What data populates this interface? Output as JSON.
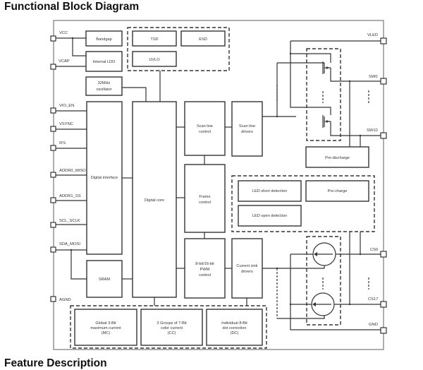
{
  "title": "Functional Block Diagram",
  "footer_partial": "Feature Description",
  "pins_left": [
    "VCC",
    "VCAP",
    "VIO_EN",
    "VSYNC",
    "IFS",
    "ADDR0_MISO",
    "ADDR1_SS",
    "SCL_SCLK",
    "SDA_MOSI",
    "AGND"
  ],
  "pins_right": [
    "VLED",
    "SW0",
    "SW10",
    "CS0",
    "CS17",
    "GND"
  ],
  "blocks": {
    "bandgap": "Bandgap",
    "internal_ldo": "Internal LDO",
    "oscillator": [
      "32MHz",
      "oscillator"
    ],
    "tsd": "TSD",
    "esd": "ESD",
    "uvlo": "UVLO",
    "digital_interface": "Digital interface",
    "digital_core": "Digital core",
    "sram": "SRAM",
    "scan_line_control": [
      "Scan line",
      "control"
    ],
    "scan_line_drivers": [
      "Scan line",
      "drivers"
    ],
    "frame_control": [
      "Frame",
      "control"
    ],
    "pwm_control": [
      "8-bit/16-bit",
      "PWM",
      "control"
    ],
    "current_sink_drivers": [
      "Current sink",
      "drivers"
    ],
    "pre_discharge": "Pre-discharge",
    "led_short_detection": "LED short detection",
    "pre_charge": "Pre-charge",
    "led_open_detection": "LED open detection",
    "global_mc": [
      "Global 3-Bit",
      "maximum current",
      "(MC)"
    ],
    "color_cc": [
      "3 Groups of 7-Bit",
      "color current",
      "(CC)"
    ],
    "dot_dc": [
      "Individual 8-Bit",
      "dot correction",
      "(DC)"
    ]
  }
}
